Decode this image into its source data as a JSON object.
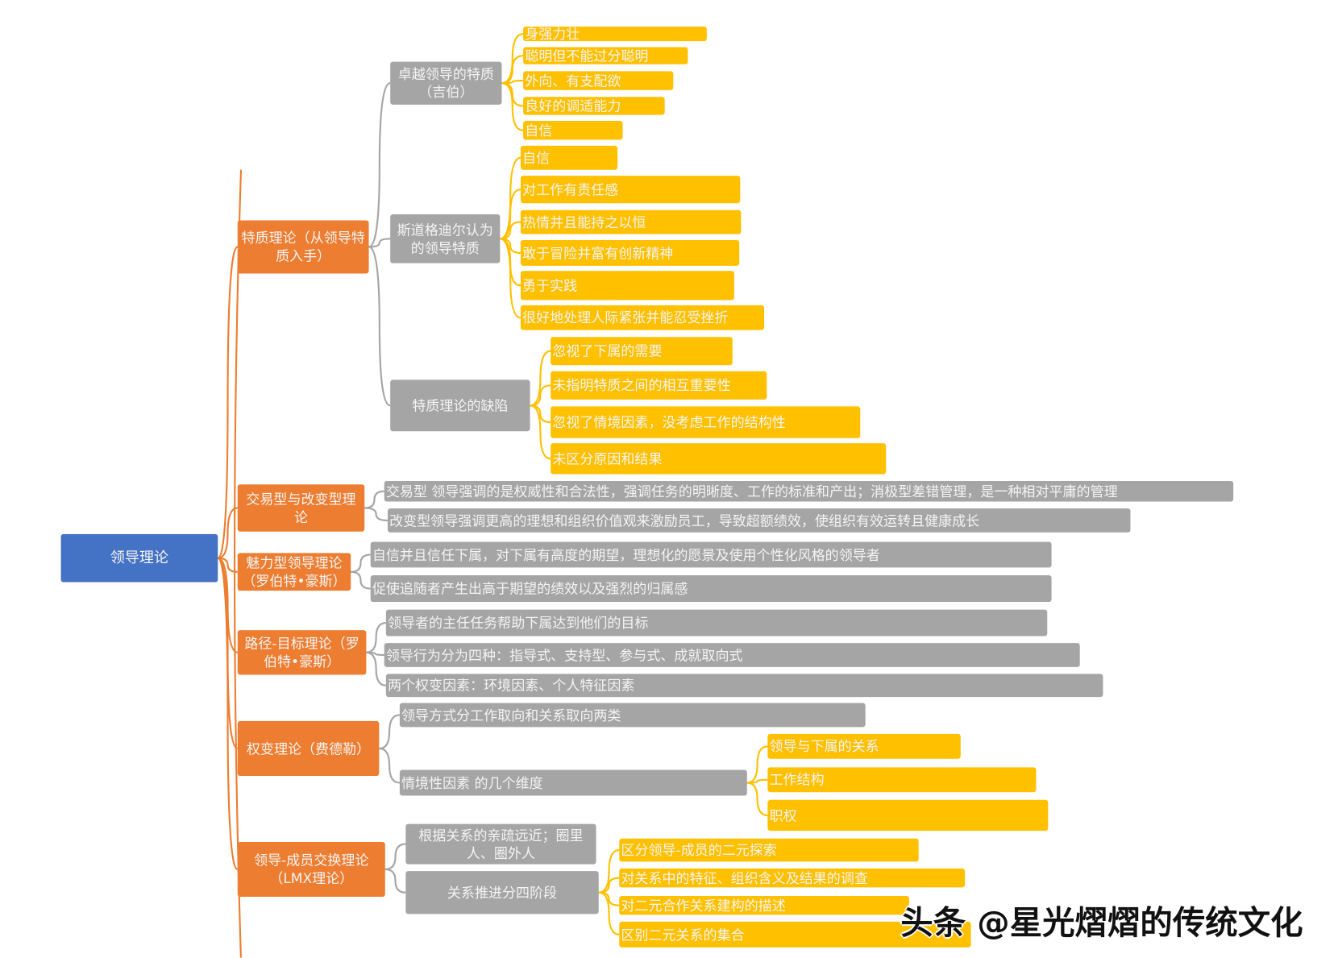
{
  "colors": {
    "root": "#4472C4",
    "level1": "#ED7D31",
    "level2": "#A5A5A5",
    "level3": "#FFC000"
  },
  "root": {
    "label": "领导理论"
  },
  "branches": [
    {
      "label": "特质理论（从领导特质入手）",
      "children": [
        {
          "label": "卓越领导的特质（吉伯）",
          "children": [
            {
              "label": "身强力壮"
            },
            {
              "label": "聪明但不能过分聪明"
            },
            {
              "label": "外向、有支配欲"
            },
            {
              "label": "良好的调适能力"
            },
            {
              "label": "自信"
            }
          ]
        },
        {
          "label": "斯道格迪尔认为的领导特质",
          "children": [
            {
              "label": "自信"
            },
            {
              "label": "对工作有责任感"
            },
            {
              "label": "热情并且能持之以恒"
            },
            {
              "label": "敢于冒险并富有创新精神"
            },
            {
              "label": "勇于实践"
            },
            {
              "label": "很好地处理人际紧张并能忍受挫折"
            }
          ]
        },
        {
          "label": "特质理论的缺陷",
          "children": [
            {
              "label": "忽视了下属的需要"
            },
            {
              "label": "未指明特质之间的相互重要性"
            },
            {
              "label": "忽视了情境因素，没考虑工作的结构性"
            },
            {
              "label": "未区分原因和结果"
            }
          ]
        }
      ]
    },
    {
      "label": "交易型与改变型理论",
      "children": [
        {
          "label": "交易型 领导强调的是权威性和合法性，强调任务的明晰度、工作的标准和产出；消极型差错管理，是一种相对平庸的管理"
        },
        {
          "label": "改变型领导强调更高的理想和组织价值观来激励员工，导致超额绩效，使组织有效运转且健康成长"
        }
      ]
    },
    {
      "label": "魅力型领导理论（罗伯特•豪斯）",
      "children": [
        {
          "label": "自信并且信任下属，对下属有高度的期望，理想化的愿景及使用个性化风格的领导者"
        },
        {
          "label": "促使追随者产生出高于期望的绩效以及强烈的归属感"
        }
      ]
    },
    {
      "label": "路径-目标理论（罗伯特•豪斯）",
      "children": [
        {
          "label": "领导者的主任任务帮助下属达到他们的目标"
        },
        {
          "label": "领导行为分为四种：指导式、支持型、参与式、成就取向式"
        },
        {
          "label": "两个权变因素：环境因素、个人特征因素"
        }
      ]
    },
    {
      "label": "权变理论（费德勒）",
      "children": [
        {
          "label": "领导方式分工作取向和关系取向两类"
        },
        {
          "label": "情境性因素 的几个维度",
          "children": [
            {
              "label": "领导与下属的关系"
            },
            {
              "label": "工作结构"
            },
            {
              "label": "职权"
            }
          ]
        }
      ]
    },
    {
      "label": "领导-成员交换理论（LMX理论）",
      "children": [
        {
          "label": "根据关系的亲疏远近；圈里人、圈外人"
        },
        {
          "label": "关系推进分四阶段",
          "children": [
            {
              "label": "区分领导-成员的二元探索"
            },
            {
              "label": "对关系中的特征、组织含义及结果的调查"
            },
            {
              "label": "对二元合作关系建构的描述"
            },
            {
              "label": "区别二元关系的集合"
            }
          ]
        }
      ]
    }
  ],
  "watermark": "头条 @星光熠熠的传统文化"
}
